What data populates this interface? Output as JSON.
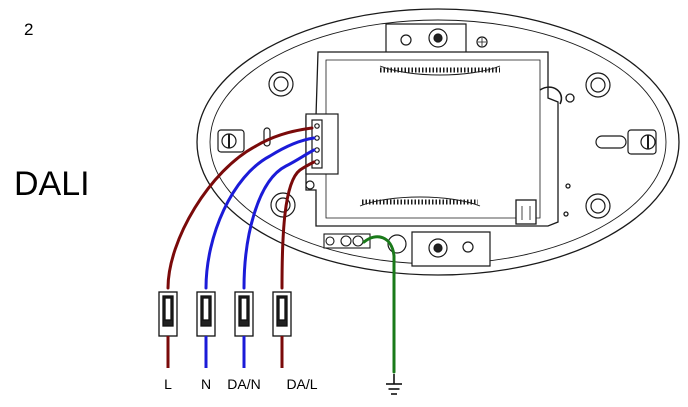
{
  "figure": {
    "step_number": "2",
    "title": "DALI"
  },
  "wires": [
    {
      "label": "L",
      "color": "#7a0a0a"
    },
    {
      "label": "N",
      "color": "#1b1bd8"
    },
    {
      "label": "DA/N",
      "color": "#1b1bd8"
    },
    {
      "label": "DA/L",
      "color": "#7a0a0a"
    }
  ],
  "earth": {
    "color": "#1a7a1a",
    "icon": "ground-symbol-icon"
  },
  "colors": {
    "outline": "#1a1a1a",
    "fill": "#ffffff"
  }
}
